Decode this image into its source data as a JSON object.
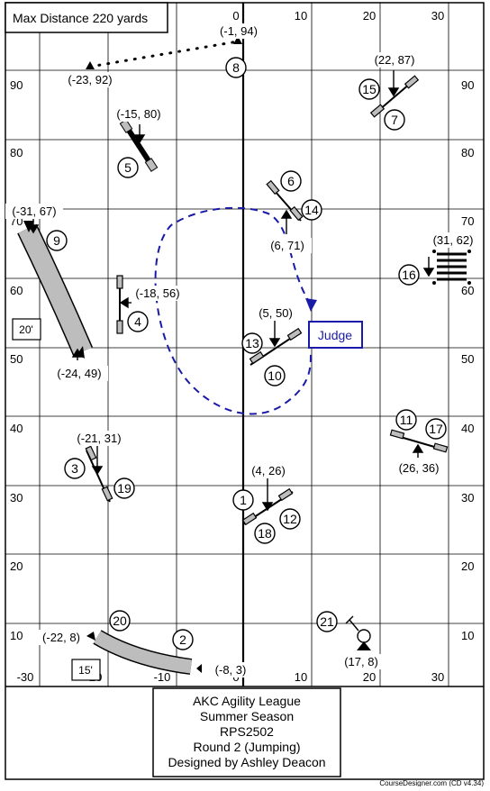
{
  "header": {
    "max_distance": "Max Distance 220 yards"
  },
  "axis": {
    "top_labels": [
      "0",
      "10",
      "20",
      "30"
    ],
    "bottom_labels": [
      "-30",
      "-10",
      "0",
      "10",
      "20",
      "30"
    ],
    "left_labels": [
      "90",
      "80",
      "70",
      "60",
      "50",
      "40",
      "30",
      "20",
      "10"
    ],
    "right_labels": [
      "90",
      "80",
      "70",
      "60",
      "50",
      "40",
      "30",
      "20",
      "10"
    ]
  },
  "obstacles": [
    {
      "number": "1",
      "kind": "jump"
    },
    {
      "number": "2",
      "kind": "tunnel"
    },
    {
      "number": "3",
      "kind": "jump"
    },
    {
      "number": "4",
      "kind": "jump"
    },
    {
      "number": "5",
      "kind": "tire"
    },
    {
      "number": "6",
      "kind": "jump"
    },
    {
      "number": "7",
      "kind": "jump"
    },
    {
      "number": "8",
      "kind": "start"
    },
    {
      "number": "9",
      "kind": "tunnel"
    },
    {
      "number": "10",
      "kind": "jump"
    },
    {
      "number": "11",
      "kind": "jump"
    },
    {
      "number": "12",
      "kind": "jump"
    },
    {
      "number": "13",
      "kind": "jump"
    },
    {
      "number": "14",
      "kind": "jump"
    },
    {
      "number": "15",
      "kind": "jump"
    },
    {
      "number": "16",
      "kind": "weaves"
    },
    {
      "number": "17",
      "kind": "jump"
    },
    {
      "number": "18",
      "kind": "jump"
    },
    {
      "number": "19",
      "kind": "jump"
    },
    {
      "number": "20",
      "kind": "tunnel"
    },
    {
      "number": "21",
      "kind": "finish"
    }
  ],
  "coords": [
    "(-1, 94)",
    "(-23, 92)",
    "(22, 87)",
    "(-15, 80)",
    "(-31, 67)",
    "(6, 71)",
    "(31, 62)",
    "(-18, 56)",
    "(5, 50)",
    "(-24, 49)",
    "(-21, 31)",
    "(26, 36)",
    "(4, 26)",
    "(-22, 8)",
    "(-8, 3)",
    "(17, 8)"
  ],
  "tunnel_labels": [
    "20'",
    "15'"
  ],
  "judge": "Judge",
  "info": {
    "lines": [
      "AKC Agility League",
      "Summer Season",
      "RPS2502",
      "Round 2 (Jumping)",
      "Designed by Ashley Deacon"
    ]
  },
  "credit": "CourseDesigner.com (CD v4.34)",
  "colors": {
    "judge": "#1a1aa8",
    "path": "#1a1aa8",
    "tunnel": "#bdbdbd",
    "weave": "#000000"
  }
}
